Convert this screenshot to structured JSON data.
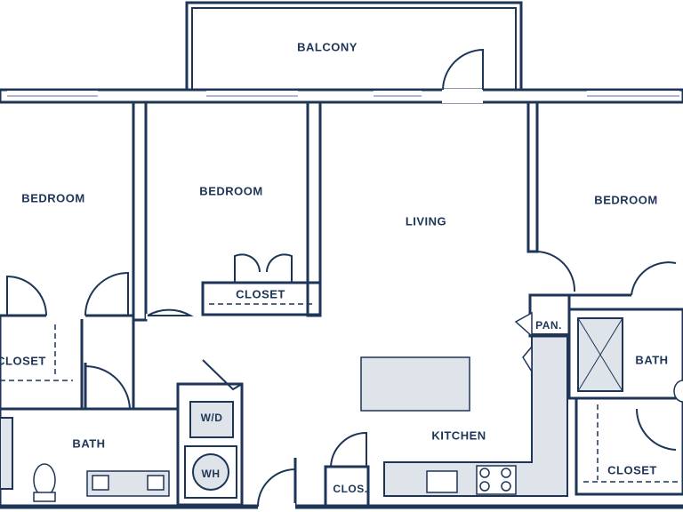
{
  "floorplan": {
    "colors": {
      "wall": "#1d3557",
      "fixture_fill": "#dfe3ea",
      "window_line": "#8fa3bd",
      "background": "#ffffff"
    },
    "rooms": {
      "balcony": "BALCONY",
      "bedroom_left": "BEDROOM",
      "bedroom_middle": "BEDROOM",
      "bedroom_right": "BEDROOM",
      "living": "LIVING",
      "kitchen": "KITCHEN",
      "bath_left": "BATH",
      "bath_right": "BATH",
      "closet_left": "CLOSET",
      "closet_middle": "CLOSET",
      "closet_right": "CLOSET",
      "closet_small": "CLOS.",
      "pantry": "PAN.",
      "washer_dryer": "W/D",
      "water_heater": "WH"
    }
  }
}
